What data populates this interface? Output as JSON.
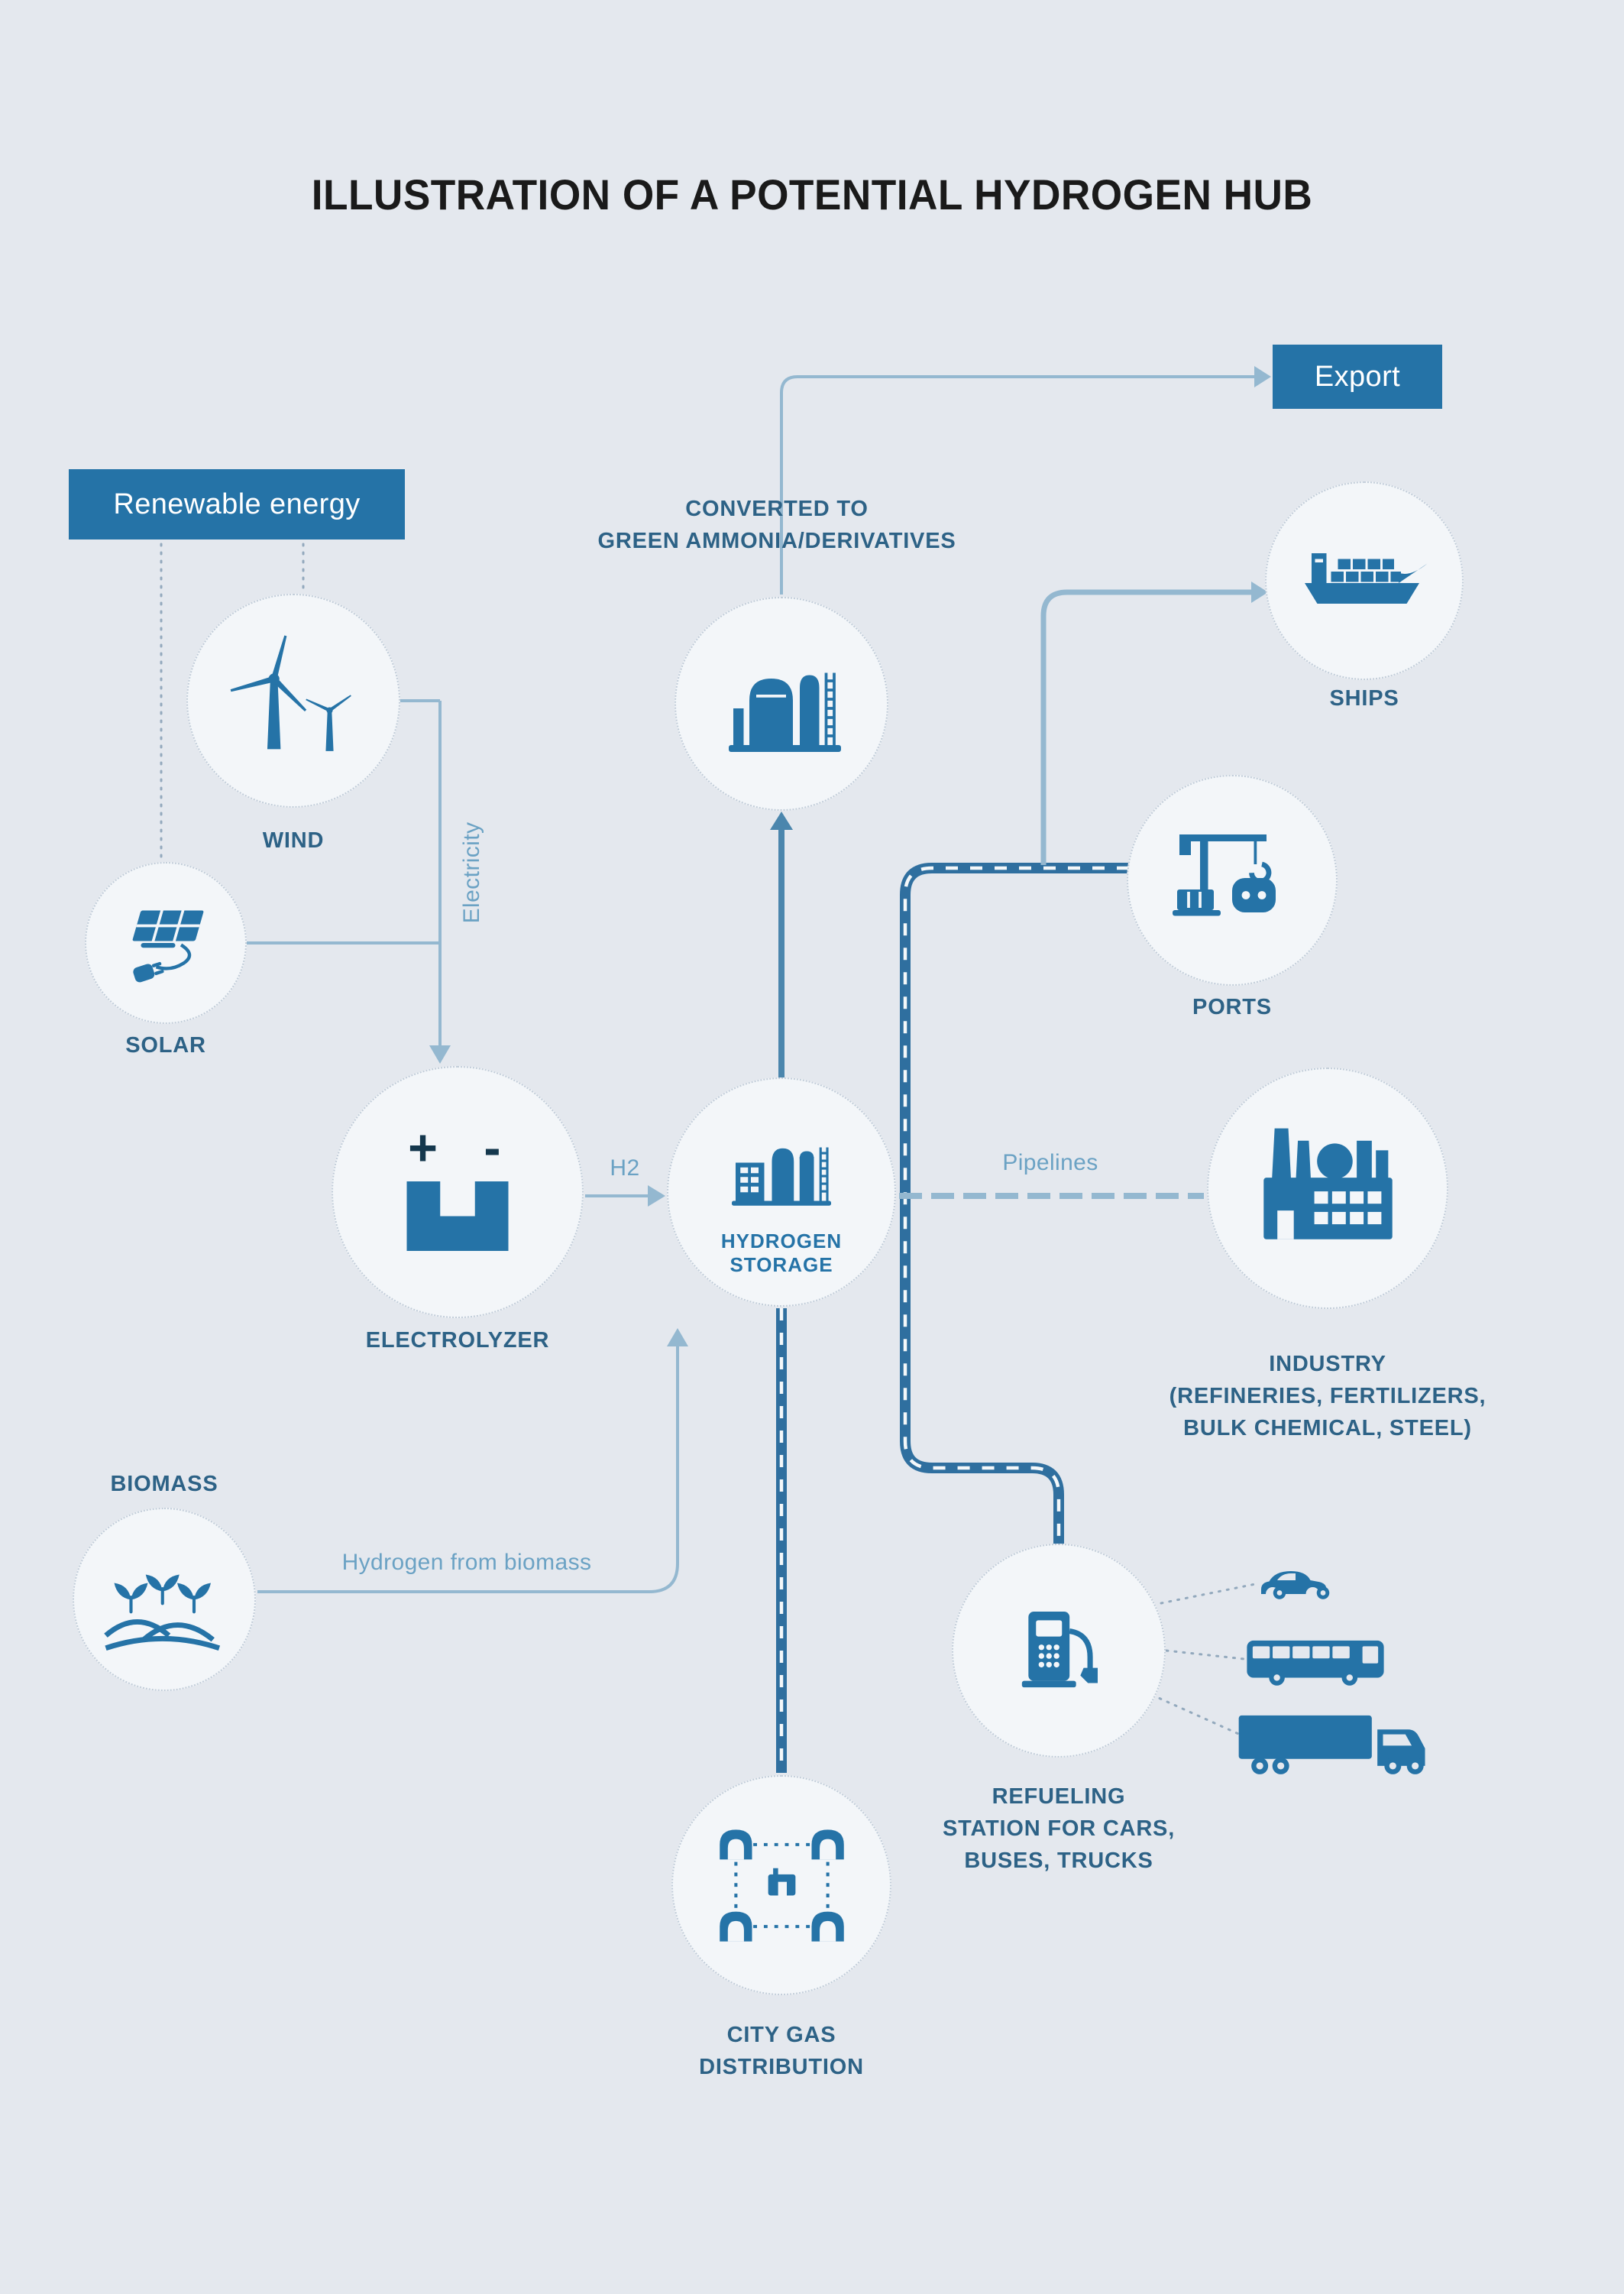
{
  "title": "ILLUSTRATION OF A POTENTIAL HYDROGEN HUB",
  "boxes": {
    "renewable_energy": "Renewable energy",
    "export": "Export"
  },
  "nodes": {
    "wind": {
      "label": "WIND"
    },
    "solar": {
      "label": "SOLAR"
    },
    "electrolyzer": {
      "label": "ELECTROLYZER",
      "plus": "+",
      "minus": "-"
    },
    "hydrogen_storage": {
      "lines": [
        "HYDROGEN",
        "STORAGE"
      ]
    },
    "ammonia": {
      "lines": [
        "CONVERTED TO",
        "GREEN AMMONIA/DERIVATIVES"
      ]
    },
    "ships": {
      "label": "SHIPS"
    },
    "ports": {
      "label": "PORTS"
    },
    "industry": {
      "lines": [
        "INDUSTRY",
        "(REFINERIES, FERTILIZERS,",
        "BULK CHEMICAL, STEEL)"
      ]
    },
    "biomass": {
      "label": "BIOMASS"
    },
    "refueling": {
      "lines": [
        "REFUELING",
        "STATION FOR CARS,",
        "BUSES, TRUCKS"
      ]
    },
    "city_gas": {
      "lines": [
        "CITY GAS",
        "DISTRIBUTION"
      ]
    }
  },
  "flows": {
    "electricity": "Electricity",
    "h2": "H2",
    "pipelines": "Pipelines",
    "hydrogen_from_biomass": "Hydrogen from biomass"
  },
  "icons": [
    "wind-turbines-icon",
    "solar-panel-icon",
    "electrolyzer-icon",
    "hydrogen-storage-icon",
    "ammonia-tanks-icon",
    "cargo-ship-icon",
    "port-crane-icon",
    "factory-icon",
    "biomass-field-icon",
    "fuel-pump-icon",
    "city-gas-network-icon",
    "car-icon",
    "bus-icon",
    "truck-icon"
  ],
  "colors": {
    "primary": "#2573a7",
    "dark-line": "#2f6f9f",
    "mid-line": "#4b86ad",
    "thin-line": "#94b8d0",
    "dotted-line": "#93a9bd",
    "background": "#e4e8ee",
    "circle-fill": "#f3f6f9",
    "circle-border": "#c2cdd9",
    "node-label": "#2d6286",
    "flow-label": "#6ba2c4",
    "title": "#1a1a1a",
    "box-text": "#ffffff"
  }
}
